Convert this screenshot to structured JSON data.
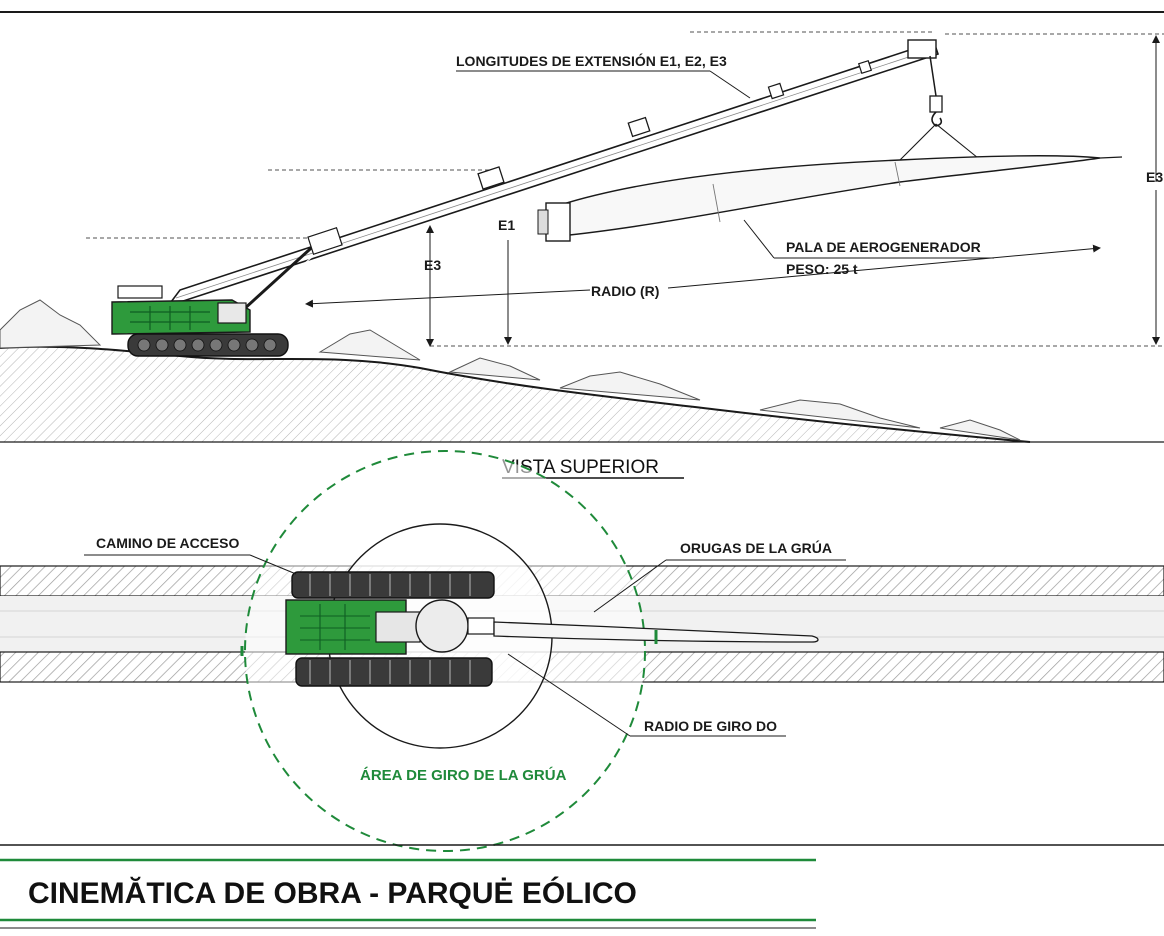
{
  "labels": {
    "extension_lengths": "LONGITUDES DE EXTENSIÓN E1, E2, E3",
    "e1": "E1",
    "e3_left": "E3",
    "e3_right": "E3",
    "blade": "PALA DE AEROGENERADOR",
    "weight": "PESO: 25 t",
    "radius": "RADIO (R)",
    "top_view": "VISTA SUPERIOR",
    "access_road": "CAMINO DE ACCESO",
    "tracks": "ORUGAS DE LA GRÚA",
    "swing_radius": "RADIO DE GIRO DO",
    "swing_area": "ÁREA DE GIRO DE LA GRÚA"
  },
  "title": "CINEMĂTICA DE OBRA - PARQUĖ EÓLICO",
  "colors": {
    "crane_green": "#2e9a3c",
    "accent_green": "#1f8a3a",
    "line": "#1a1a1a",
    "hatch": "#9a9a9a"
  },
  "icons": [
    "crawler-crane-icon",
    "wind-turbine-blade-icon",
    "crane-hook-icon",
    "mountain-icon"
  ]
}
